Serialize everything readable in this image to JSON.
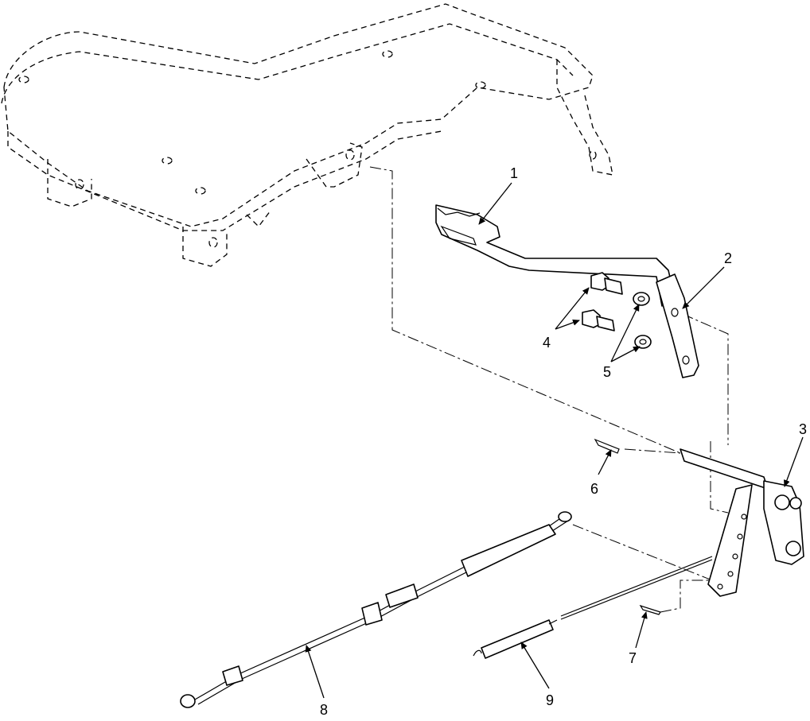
{
  "callouts": [
    {
      "id": "callout-1",
      "label": "1"
    },
    {
      "id": "callout-2",
      "label": "2"
    },
    {
      "id": "callout-3",
      "label": "3"
    },
    {
      "id": "callout-4",
      "label": "4"
    },
    {
      "id": "callout-5",
      "label": "5"
    },
    {
      "id": "callout-6",
      "label": "6"
    },
    {
      "id": "callout-7",
      "label": "7"
    },
    {
      "id": "callout-8",
      "label": "8"
    },
    {
      "id": "callout-9",
      "label": "9"
    }
  ],
  "parts": {
    "ghost_deck": "mower-deck-outline",
    "brake_pedal": "brake-pedal",
    "pedal_bracket": "pedal-bracket",
    "brake_arm": "brake-arm",
    "bolts": "bolt",
    "washers": "washer",
    "cotter_pin_upper": "cotter-pin",
    "cotter_pin_lower": "cotter-pin",
    "brake_cable": "brake-cable",
    "spring": "extension-spring"
  }
}
